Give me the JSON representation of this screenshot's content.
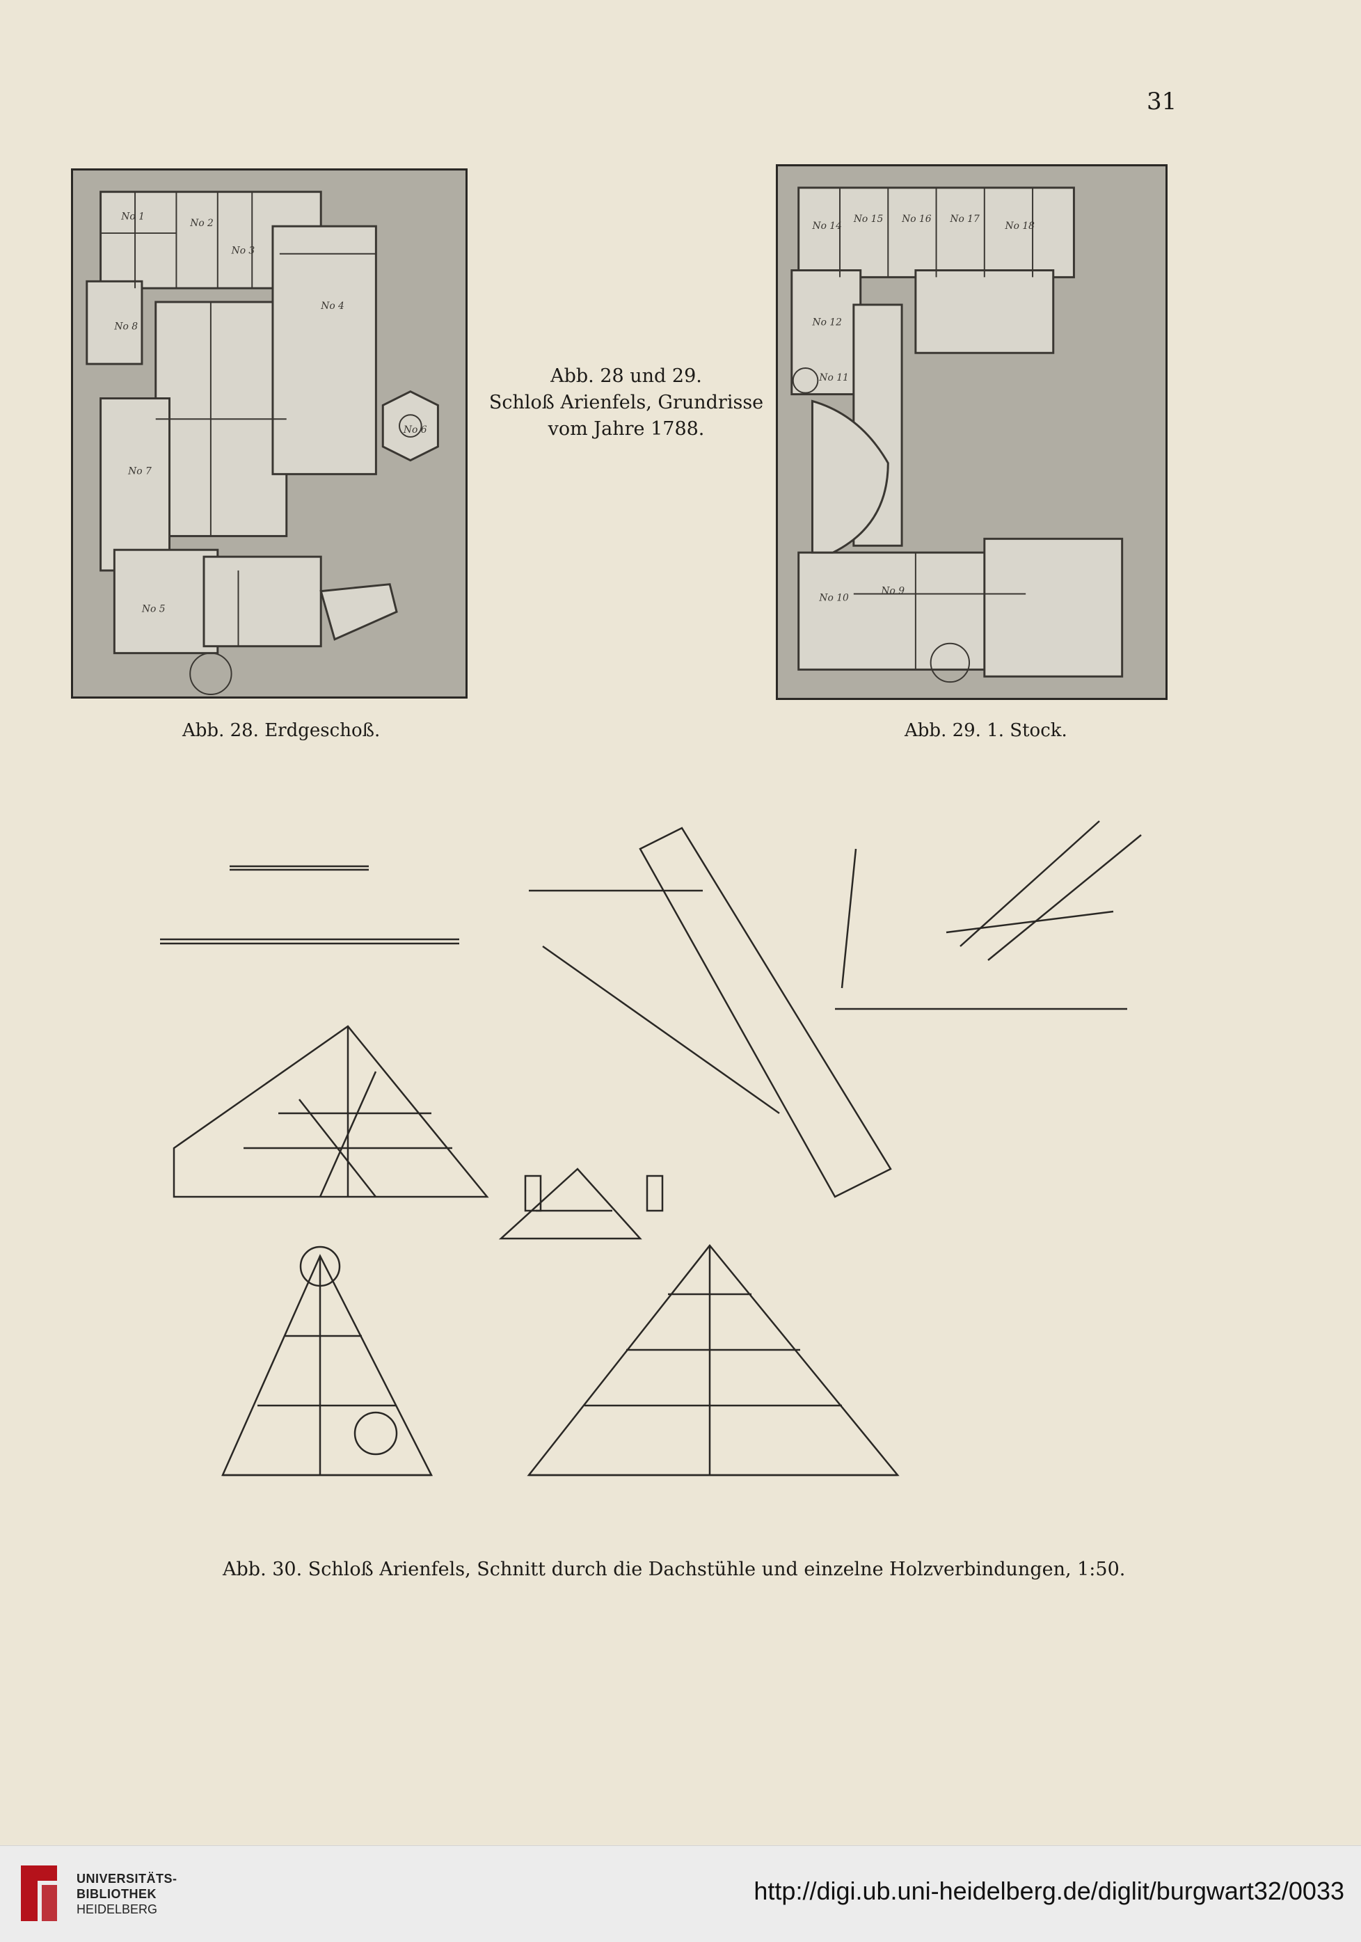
{
  "page_number": "31",
  "figures": {
    "fig28": {
      "caption": "Abb. 28. Erdgeschoß."
    },
    "fig29": {
      "caption": "Abb. 29. 1. Stock."
    },
    "center_caption": {
      "line1": "Abb. 28 und 29.",
      "line2": "Schloß Arienfels, Grundrisse",
      "line3": "vom Jahre 1788."
    },
    "fig30": {
      "caption": "Abb. 30. Schloß Arienfels, Schnitt durch die Dachstühle und einzelne Holzverbindungen, 1:50."
    }
  },
  "footer": {
    "library_line1": "UNIVERSITÄTS-",
    "library_line2": "BIBLIOTHEK",
    "library_line3": "HEIDELBERG",
    "url": "http://digi.ub.uni-heidelberg.de/diglit/burgwart32/0033",
    "brand_color": "#b5121b"
  }
}
